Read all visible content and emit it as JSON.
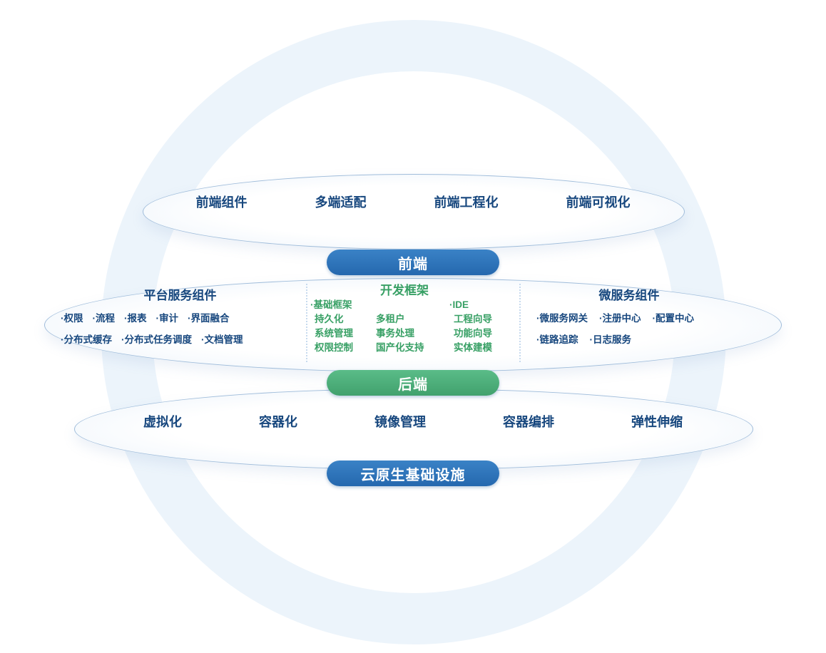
{
  "colors": {
    "blue": "#2568ae",
    "green": "#41a16d",
    "navy_text": "#17477e",
    "green_text": "#38a065",
    "ellipse_border": "#9fbcda",
    "ring": "#ecf4fb"
  },
  "frontend": {
    "pill_label": "前端",
    "items": [
      "前端组件",
      "多端适配",
      "前端工程化",
      "前端可视化"
    ]
  },
  "backend": {
    "pill_label": "后端",
    "platform": {
      "title": "平台服务组件",
      "row1": [
        "·权限",
        "·流程",
        "·报表",
        "·审计",
        "·界面融合"
      ],
      "row2": [
        "·分布式缓存",
        "·分布式任务调度",
        "·文档管理"
      ]
    },
    "framework": {
      "title": "开发框架",
      "col1": [
        "·基础框架",
        "持久化",
        "系统管理",
        "权限控制"
      ],
      "col2": [
        "多租户",
        "事务处理",
        "国产化支持"
      ],
      "col3": [
        "·IDE",
        "工程向导",
        "功能向导",
        "实体建模"
      ]
    },
    "microservice": {
      "title": "微服务组件",
      "row1": [
        "·微服务网关",
        "·注册中心",
        "·配置中心"
      ],
      "row2": [
        "·链路追踪",
        "·日志服务"
      ]
    }
  },
  "infrastructure": {
    "pill_label": "云原生基础设施",
    "items": [
      "虚拟化",
      "容器化",
      "镜像管理",
      "容器编排",
      "弹性伸缩"
    ]
  }
}
